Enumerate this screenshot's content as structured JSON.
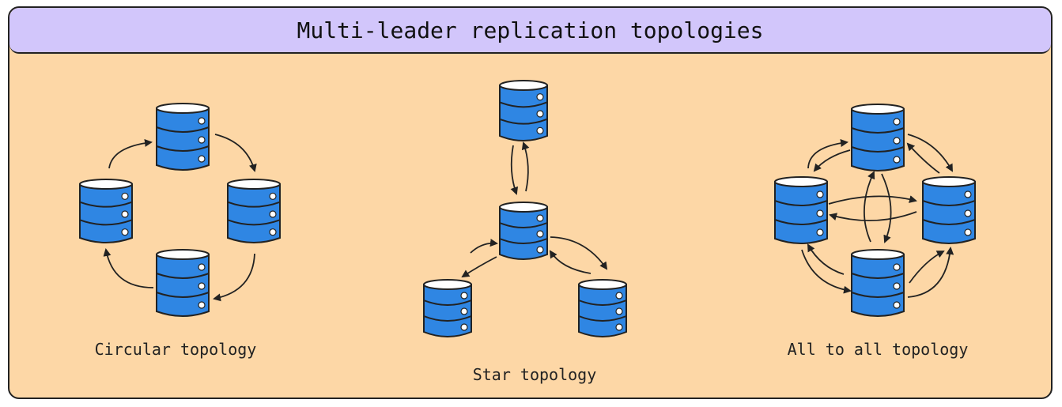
{
  "title": "Multi-leader replication topologies",
  "colors": {
    "panel": "#fdd7a6",
    "title_bar": "#d2c6fb",
    "database": "#2f86e3",
    "outline": "#222222"
  },
  "icon": "database-icon",
  "topologies": [
    {
      "id": "circular",
      "label": "Circular topology",
      "nodes": 4
    },
    {
      "id": "star",
      "label": "Star topology",
      "nodes": 4
    },
    {
      "id": "all-to-all",
      "label": "All to all topology",
      "nodes": 4
    }
  ]
}
